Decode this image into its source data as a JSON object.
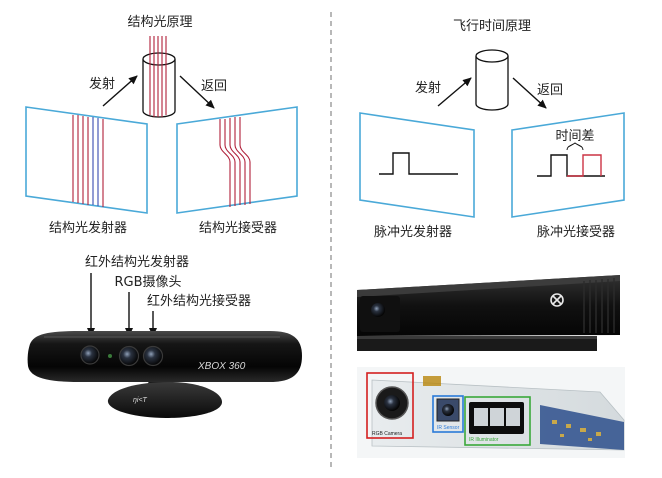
{
  "left_panel": {
    "title": "结构光原理",
    "emit_label": "发射",
    "return_label": "返回",
    "emitter_label": "结构光发射器",
    "receiver_label": "结构光接受器"
  },
  "right_panel": {
    "title": "飞行时间原理",
    "emit_label": "发射",
    "return_label": "返回",
    "time_diff_label": "时间差",
    "emitter_label": "脉冲光发射器",
    "receiver_label": "脉冲光接受器"
  },
  "kinect_v1": {
    "callout_ir_emitter": "红外结构光发射器",
    "callout_rgb": "RGB摄像头",
    "callout_ir_receiver": "红外结构光接受器",
    "brand_text": "XBOX 360"
  },
  "kinect_v2": {
    "board_labels": {
      "rgb": "RGB Camera",
      "ir": "IR Sensor",
      "emitter": "IR Illuminator"
    }
  },
  "colors": {
    "panel_border": "#4aa9d8",
    "light_lines": "#b0203a",
    "divider": "#888888",
    "time_diff_pulse": "#cc3344",
    "rgb_box": "#d42020",
    "ir_box": "#2a7ad8",
    "emitter_box": "#3aa83a"
  }
}
